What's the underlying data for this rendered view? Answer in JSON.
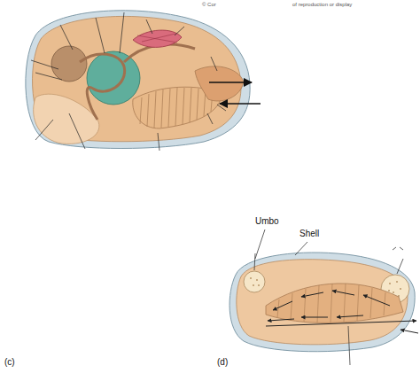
{
  "diagram": {
    "labels": [
      "© Cor",
      "of reproduction or display",
      "Umbo",
      "Shell",
      "(c)",
      "(d)"
    ]
  }
}
